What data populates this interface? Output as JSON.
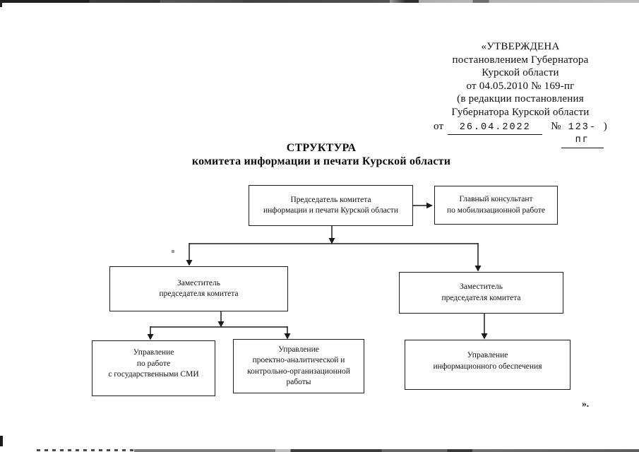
{
  "approval_stamp": {
    "lines": [
      "«УТВЕРЖДЕНА",
      "постановлением Губернатора",
      "Курской области",
      "от  04.05.2010 № 169-пг",
      "(в редакции постановления",
      "Губернатора Курской области"
    ],
    "amendment_line": {
      "prefix": "от",
      "date_value": "26.04.2022",
      "number_sign": "№",
      "number_value": "123-пг",
      "suffix": ")"
    }
  },
  "title": {
    "line1": "СТРУКТУРА",
    "line2": "комитета информации и печати Курской области"
  },
  "org_chart": {
    "nodes": {
      "chairman": {
        "lines": [
          "Председатель комитета",
          "информации и печати Курской области"
        ]
      },
      "consultant": {
        "lines": [
          "Главный консультант",
          "по мобилизационной работе"
        ]
      },
      "deputy_left": {
        "lines": [
          "Заместитель",
          "председателя комитета"
        ]
      },
      "deputy_right": {
        "lines": [
          "Заместитель",
          "председателя комитета"
        ]
      },
      "dept_state_media": {
        "lines": [
          "Управление",
          "по работе",
          "с государственными СМИ"
        ]
      },
      "dept_project_analytics": {
        "lines": [
          "Управление",
          "проектно-аналитической и",
          "контрольно-организационной",
          "работы"
        ]
      },
      "dept_information": {
        "lines": [
          "Управление",
          "информационного обеспечения"
        ]
      }
    },
    "edges": [
      {
        "from": "chairman",
        "to": "consultant"
      },
      {
        "from": "chairman",
        "to": "deputy_left"
      },
      {
        "from": "chairman",
        "to": "deputy_right"
      },
      {
        "from": "deputy_left",
        "to": "dept_state_media"
      },
      {
        "from": "deputy_left",
        "to": "dept_project_analytics"
      },
      {
        "from": "deputy_right",
        "to": "dept_information"
      }
    ],
    "colors": {
      "line": "#1a1a1a",
      "box_border": "#1c1c1c",
      "text": "#101010",
      "page_bg": "#ffffff"
    }
  },
  "page": {
    "closing_mark": "»."
  }
}
